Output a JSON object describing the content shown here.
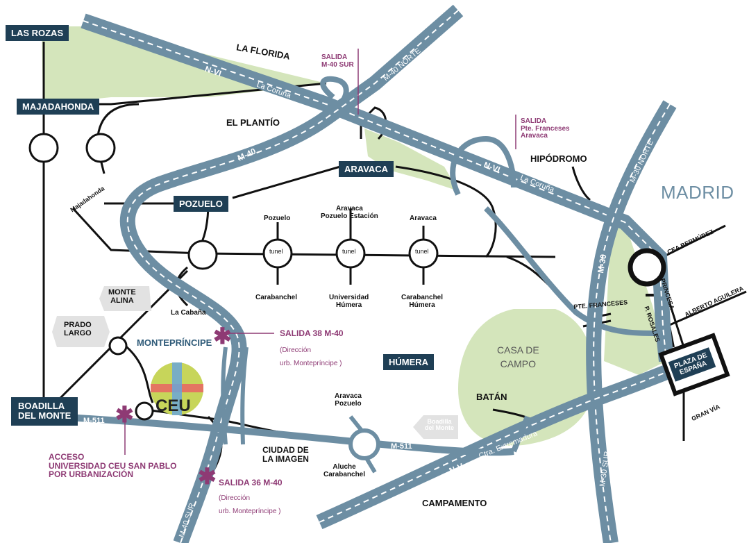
{
  "colors": {
    "highway": "#6d8ea3",
    "highway_stripe": "#ffffff",
    "road": "#111111",
    "park": "#d4e5bb",
    "box": "#1f3f55",
    "pink": "#8e3a74",
    "grey_tag": "#e2e2e2",
    "madrid_text": "#6d8ea3"
  },
  "city": "MADRID",
  "towns": {
    "las_rozas": "LAS ROZAS",
    "majadahonda": "MAJADAHONDA",
    "aravaca": "ARAVACA",
    "pozuelo": "POZUELO",
    "boadilla_1": "BOADILLA",
    "boadilla_2": "DEL MONTE",
    "plaza_1": "PLAZA DE",
    "plaza_2": "ESPAÑA"
  },
  "highways": {
    "nvi": "N-VI",
    "coruna": "La Coruña",
    "nvi_2": "N-VI",
    "coruna_2": "La Coruña",
    "m40_norte": "M-40 NORTE",
    "m40": "M-40",
    "m40_sur": "M-40 SUR",
    "m30_norte": "M-30 NORTE",
    "m30": "M-30",
    "m30_sur": "M-30 SUR",
    "nv": "N-V",
    "extremadura": "Ctra. Extremadura",
    "m511": "M-511",
    "m511_2": "M-511"
  },
  "areas": {
    "la_florida": "LA FLORIDA",
    "el_plantio": "EL PLANTÍO",
    "hipodromo": "HIPÓDROMO",
    "humera": "HÚMERA",
    "batan": "BATÁN",
    "campamento": "CAMPAMENTO",
    "casa_1": "CASA DE",
    "casa_2": "CAMPO",
    "ciudad_1": "CIUDAD DE",
    "ciudad_2": "LA IMAGEN",
    "monteprincipe": "MONTEPRÍNCIPE"
  },
  "grey_tags": {
    "monte_1": "MONTE",
    "monte_2": "ALINA",
    "prado_1": "PRADO",
    "prado_2": "LARGO",
    "boadilla_arrow_1": "Boadilla",
    "boadilla_arrow_2": "del Monte"
  },
  "exits": {
    "salida_m40sur_1": "SALIDA",
    "salida_m40sur_2": "M-40 SUR",
    "salida_pte_1": "SALIDA",
    "salida_pte_2": "Pte. Franceses",
    "salida_pte_3": "Aravaca",
    "salida38": "SALIDA 38 M-40",
    "salida38_d1": "(Dirección",
    "salida38_d2": "urb. Montepríncipe )",
    "salida36": "SALIDA 36 M-40",
    "salida36_d1": "(Dirección",
    "salida36_d2": "urb. Montepríncipe )",
    "acceso_1": "ACCESO",
    "acceso_2": "UNIVERSIDAD CEU SAN PABLO",
    "acceso_3": "POR URBANIZACIÓN"
  },
  "junctions": {
    "majadahonda_small": "Majadahonda",
    "pozuelo_top": "Pozuelo",
    "aravaca_top_1": "Aravaca",
    "aravaca_top_2": "Pozuelo Estación",
    "aravaca_top3": "Aravaca",
    "tunel_1": "tunel",
    "tunel_2": "tunel",
    "tunel_3": "tunel",
    "carabanchel": "Carabanchel",
    "universidad_1": "Universidad",
    "universidad_2": "Húmera",
    "carab_humera_1": "Carabanchel",
    "carab_humera_2": "Húmera",
    "la_cabana": "La Cabaña",
    "aravaca_pozuelo_1": "Aravaca",
    "aravaca_pozuelo_2": "Pozuelo",
    "aluche_1": "Aluche",
    "aluche_2": "Carabanchel"
  },
  "streets": {
    "cea": "CEA BERMÚDEZ",
    "princesa": "PRINCESA",
    "alberto": "ALBERTO AGUILERA",
    "rosales": "P. ROSALES",
    "gran_via": "GRAN VÍA",
    "pte_franceses": "PTE. FRANCESES"
  },
  "logo": {
    "text": "CEU"
  }
}
